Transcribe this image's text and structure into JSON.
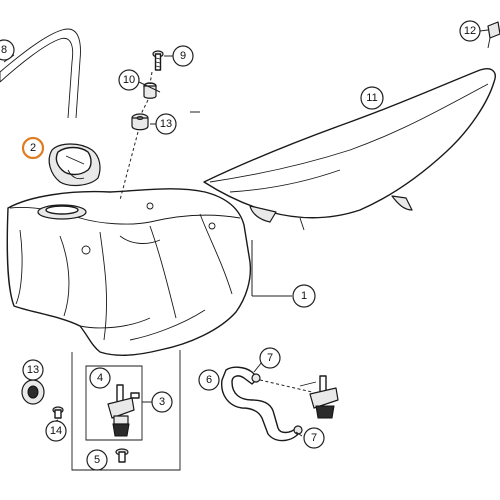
{
  "callouts": [
    {
      "id": "c1",
      "label": "1",
      "highlighted": false
    },
    {
      "id": "c2",
      "label": "2",
      "highlighted": true
    },
    {
      "id": "c3",
      "label": "3",
      "highlighted": false
    },
    {
      "id": "c4",
      "label": "4",
      "highlighted": false
    },
    {
      "id": "c5",
      "label": "5",
      "highlighted": false
    },
    {
      "id": "c6",
      "label": "6",
      "highlighted": false
    },
    {
      "id": "c7a",
      "label": "7",
      "highlighted": false
    },
    {
      "id": "c7b",
      "label": "7",
      "highlighted": false
    },
    {
      "id": "c8",
      "label": "8",
      "highlighted": false
    },
    {
      "id": "c9",
      "label": "9",
      "highlighted": false
    },
    {
      "id": "c10",
      "label": "10",
      "highlighted": false
    },
    {
      "id": "c11",
      "label": "11",
      "highlighted": false
    },
    {
      "id": "c12",
      "label": "12",
      "highlighted": false
    },
    {
      "id": "c13a",
      "label": "13",
      "highlighted": false
    },
    {
      "id": "c13b",
      "label": "13",
      "highlighted": false
    },
    {
      "id": "c14",
      "label": "14",
      "highlighted": false
    }
  ],
  "colors": {
    "line": "#1a1a1a",
    "highlight": "#e07b1f",
    "background": "#ffffff"
  }
}
